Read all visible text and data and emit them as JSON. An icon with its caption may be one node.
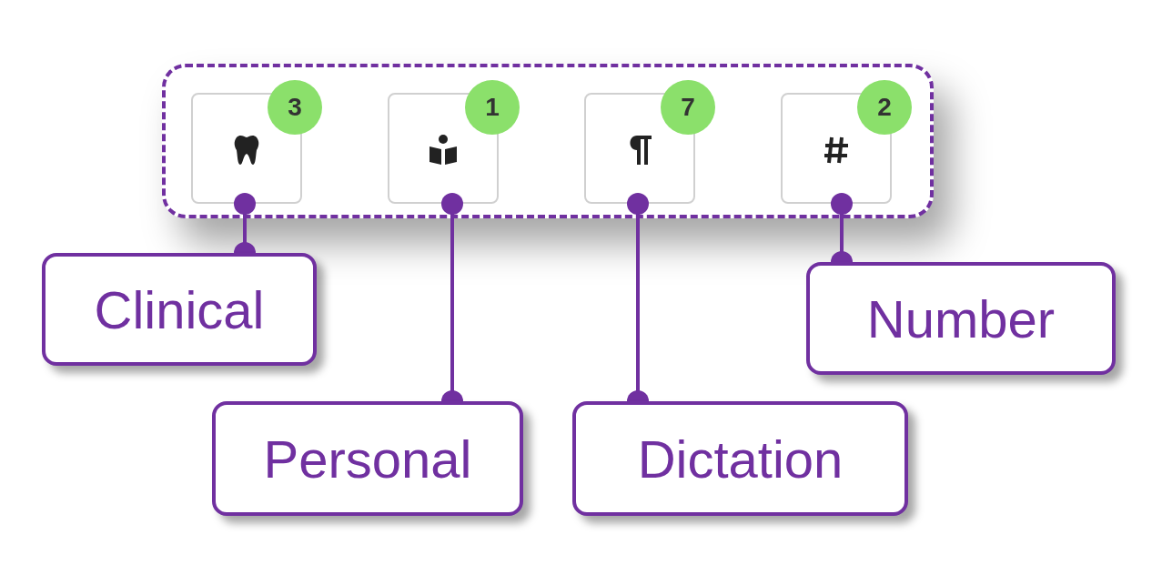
{
  "diagram": {
    "nodes": [
      {
        "text": [],
        "shape": "box"
      },
      {
        "text": [],
        "shape": "box",
        "in": 0
      },
      {
        "text": [
          "3"
        ],
        "in": 0
      },
      {
        "text": [],
        "shape": "box",
        "in": 0
      },
      {
        "text": [
          "1"
        ],
        "in": 0
      },
      {
        "text": [],
        "shape": "box",
        "in": 0
      },
      {
        "text": [
          "7"
        ],
        "in": 0
      },
      {
        "text": [],
        "shape": "box",
        "in": 0
      },
      {
        "text": [
          "2"
        ],
        "in": 0
      },
      {
        "text": [
          "Clinical"
        ]
      },
      {
        "text": [
          "Number"
        ]
      },
      {
        "text": [
          "Personal"
        ]
      },
      {
        "text": [
          "Dictation"
        ]
      }
    ],
    "edges": [
      {
        "from": 9,
        "to": 1,
        "arrow": "other"
      },
      {
        "from": 10,
        "to": 7,
        "arrow": "other"
      },
      {
        "from": 11,
        "to": 3,
        "arrow": "other"
      },
      {
        "from": 12,
        "to": 5,
        "arrow": "other"
      }
    ]
  }
}
